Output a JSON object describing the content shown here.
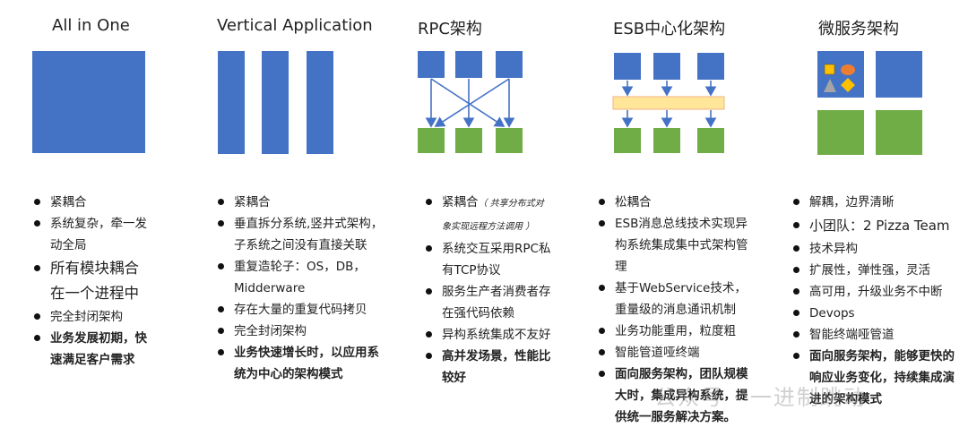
{
  "columns": [
    {
      "title": "All in One",
      "items": [
        {
          "text": "紧耦合"
        },
        {
          "text": "系统复杂，牵一发动全局"
        },
        {
          "text": "所有模块耦合在一个进程中"
        },
        {
          "text": "完全封闭架构"
        },
        {
          "text": "业务发展初期，快速满足客户需求"
        }
      ]
    },
    {
      "title": "Vertical Application",
      "items": [
        {
          "text": "紧耦合"
        },
        {
          "text": "垂直拆分系统,竖井式架构，子系统之间没有直接关联"
        },
        {
          "text": "重复造轮子：OS，DB，Midderware"
        },
        {
          "text": "存在大量的重复代码拷贝"
        },
        {
          "text": "完全封闭架构"
        },
        {
          "text": "业务快速增长时，以应用系统为中心的架构模式"
        }
      ]
    },
    {
      "title": "RPC架构",
      "items": [
        {
          "text": "紧耦合",
          "note": "（ 共享分布式对象实现远程方法调用 ）"
        },
        {
          "text": "系统交互采用RPC私有TCP协议"
        },
        {
          "text": "服务生产者消费者存在强代码依赖"
        },
        {
          "text": "异构系统集成不友好"
        },
        {
          "text": "高并发场景，性能比较好"
        }
      ]
    },
    {
      "title": "ESB中心化架构",
      "items": [
        {
          "text": "松耦合"
        },
        {
          "text": "ESB消息总线技术实现异构系统集成集中式架构管理"
        },
        {
          "text": "基于WebService技术，重量级的消息通讯机制"
        },
        {
          "text": "业务功能重用，粒度粗"
        },
        {
          "text": "智能管道哑终端"
        },
        {
          "text": "面向服务架构，团队规模大时，集成异构系统，提供统一服务解决方案。"
        }
      ]
    },
    {
      "title": "微服务架构",
      "items": [
        {
          "text": "解耦，边界清晰"
        },
        {
          "text": "小团队：2 Pizza Team"
        },
        {
          "text": "技术异构"
        },
        {
          "text": "扩展性，弹性强，灵活"
        },
        {
          "text": "高可用，升级业务不中断"
        },
        {
          "text": "Devops"
        },
        {
          "text": "智能终端哑管道"
        },
        {
          "text": "面向服务架构，能够更快的响应业务变化，持续集成演进的架构模式"
        }
      ]
    }
  ],
  "watermark": "公众号 · 一进制跳动",
  "colors": {
    "blue": "#4472C4",
    "green": "#70AD47",
    "bus": "#FFE699",
    "shape_orange": "#ED7D31",
    "shape_yellow": "#FFC000",
    "shape_gray": "#A5A5A5"
  }
}
